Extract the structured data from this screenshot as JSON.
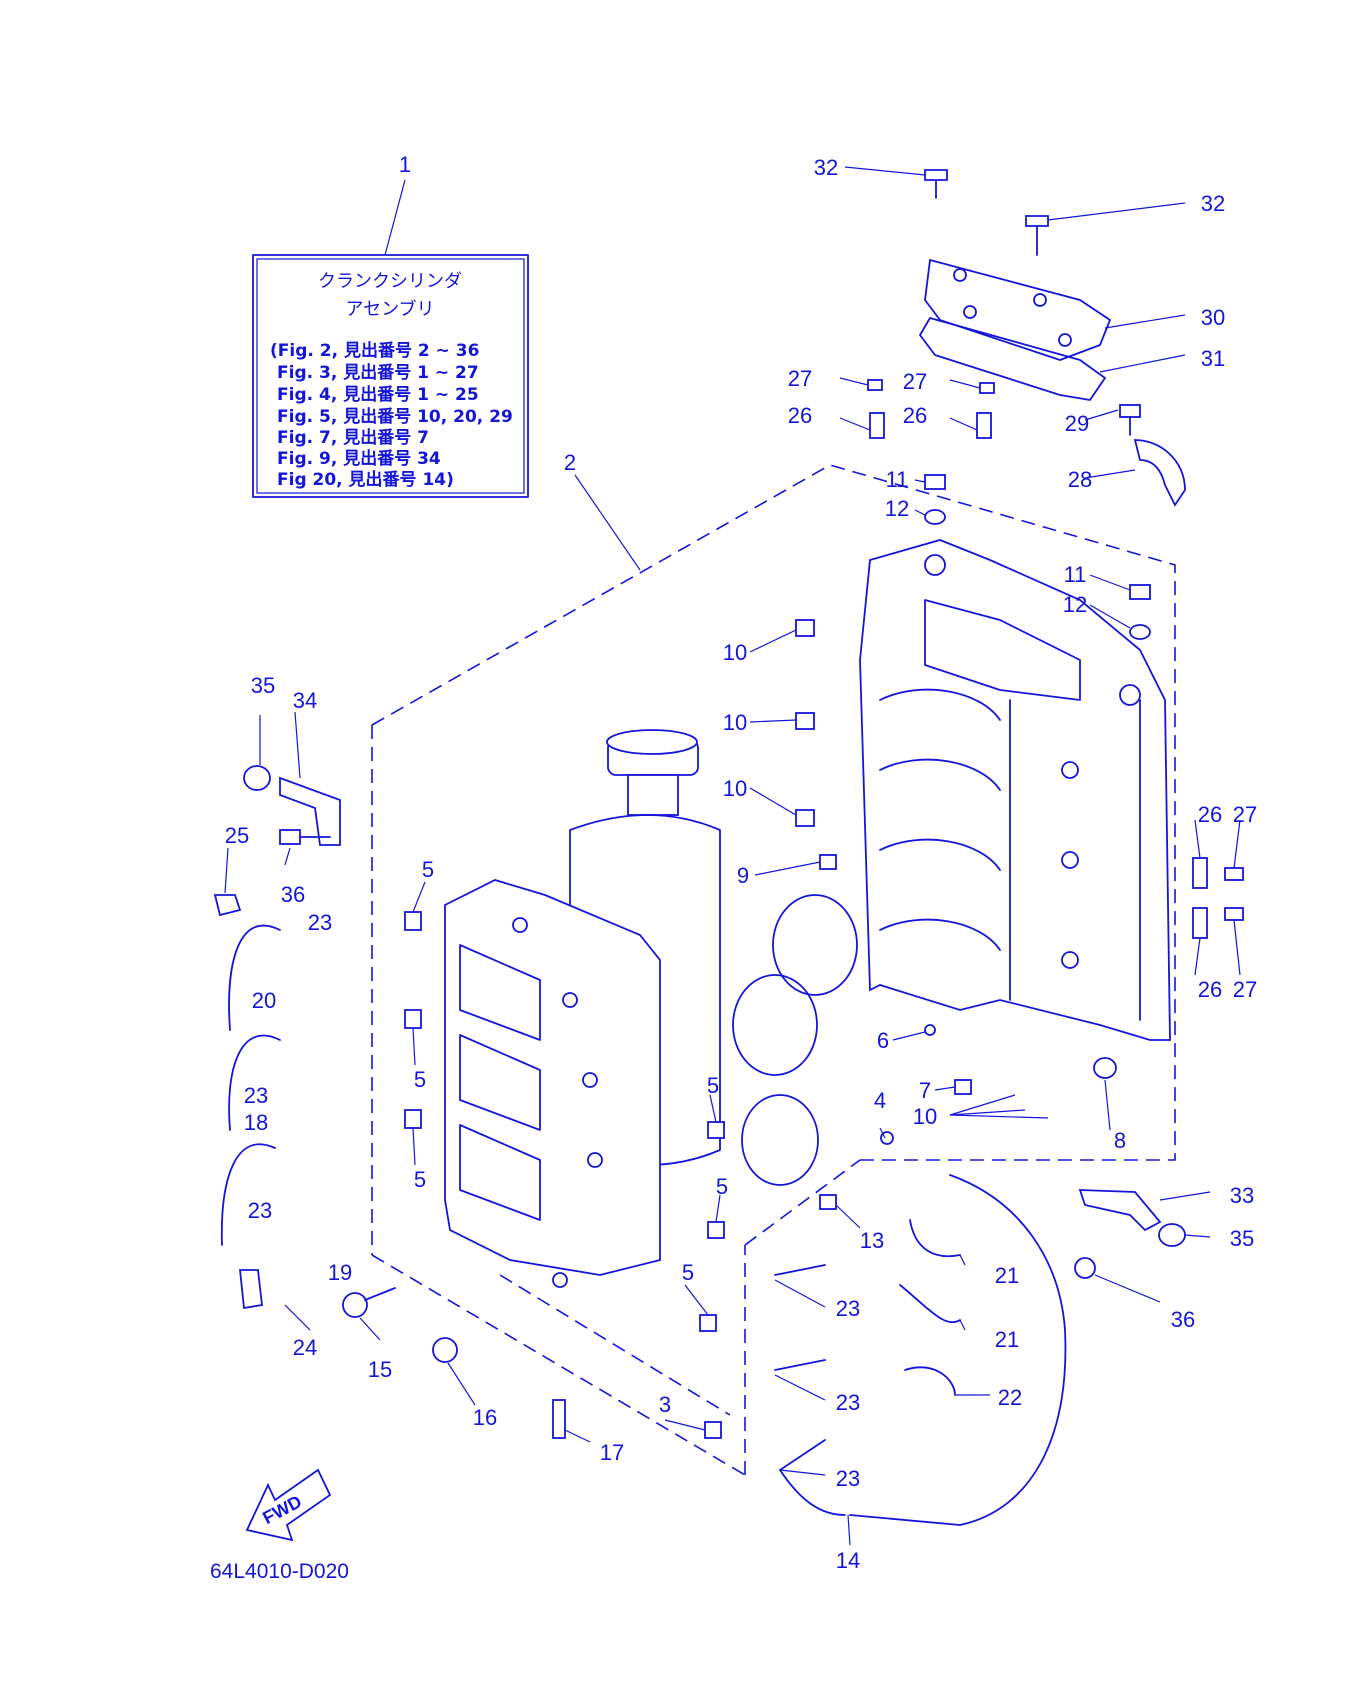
{
  "info_box": {
    "title_line1": "クランクシリンダ",
    "title_line2": "アセンブリ",
    "refs": [
      "(Fig. 2, 見出番号 2 ~ 36",
      "Fig. 3, 見出番号 1 ~ 27",
      "Fig. 4, 見出番号 1 ~ 25",
      "Fig. 5, 見出番号 10, 20, 29",
      "Fig. 7, 見出番号 7",
      "Fig. 9, 見出番号 34",
      "Fig  20, 見出番号 14)"
    ]
  },
  "fwd_label": "FWD",
  "drawing_code": "64L4010-D020",
  "callouts": {
    "c1": "1",
    "c2": "2",
    "c3": "3",
    "c4": "4",
    "c6": "6",
    "c7": "7",
    "c8": "8",
    "c9": "9",
    "c10a": "10",
    "c10b": "10",
    "c10c": "10",
    "c10d": "10",
    "c11a": "11",
    "c11b": "11",
    "c12a": "12",
    "c12b": "12",
    "c13": "13",
    "c14": "14",
    "c15": "15",
    "c16": "16",
    "c17": "17",
    "c18": "18",
    "c19": "19",
    "c20": "20",
    "c21a": "21",
    "c21b": "21",
    "c22": "22",
    "c23a": "23",
    "c23b": "23",
    "c23c": "23",
    "c23d": "23",
    "c23e": "23",
    "c23f": "23",
    "c24": "24",
    "c25": "25",
    "c26a": "26",
    "c26b": "26",
    "c26c": "26",
    "c26d": "26",
    "c27a": "27",
    "c27b": "27",
    "c27c": "27",
    "c27d": "27",
    "c28": "28",
    "c29": "29",
    "c30": "30",
    "c31": "31",
    "c32a": "32",
    "c32b": "32",
    "c33": "33",
    "c34": "34",
    "c35a": "35",
    "c35b": "35",
    "c36a": "36",
    "c36b": "36",
    "c5a": "5",
    "c5b": "5",
    "c5c": "5",
    "c5d": "5",
    "c5e": "5",
    "c5f": "5"
  },
  "colors": {
    "ink": "#1515d8",
    "background": "#ffffff"
  }
}
